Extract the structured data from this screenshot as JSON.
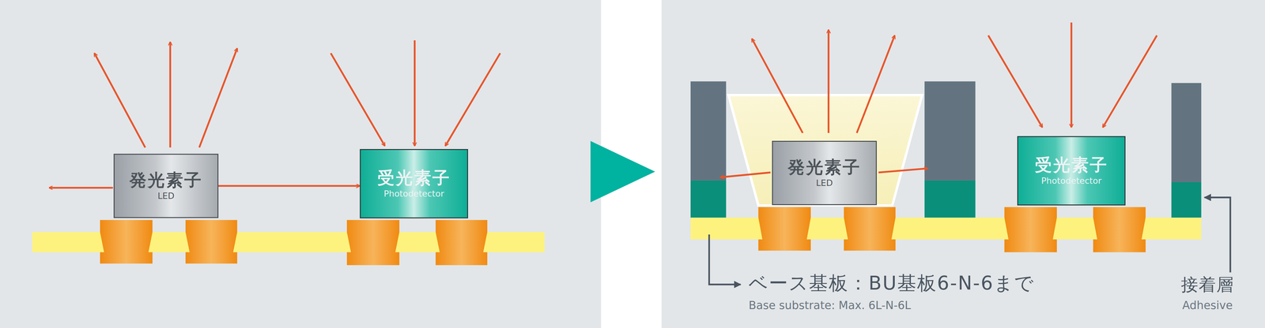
{
  "diagram": {
    "nodes": [
      {
        "text": [
          "発光素子",
          "LED"
        ]
      },
      {
        "text": [
          "受光素子",
          "Photodetector"
        ]
      },
      {
        "text": [
          "発光素子",
          "LED"
        ]
      },
      {
        "text": [
          "受光素子",
          "Photodetector"
        ]
      }
    ],
    "edges": [
      {
        "from": 0,
        "to": 1,
        "arrow": "to"
      }
    ],
    "labels": [
      "ベース基板：BU基板6-N-6まで",
      "Base substrate: Max. 6L-N-6L",
      "接着層",
      "Adhesive"
    ]
  }
}
